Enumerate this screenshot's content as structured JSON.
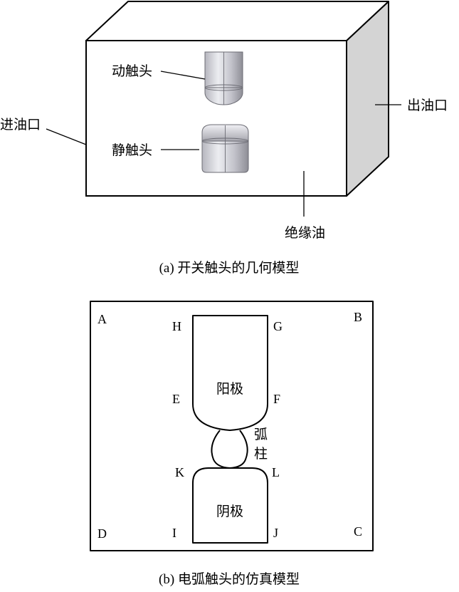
{
  "figure_a": {
    "labels": {
      "moving_contact": "动触头",
      "static_contact": "静触头",
      "oil_inlet": "进油口",
      "oil_outlet": "出油口",
      "insulating_oil": "绝缘油"
    },
    "caption": "(a) 开关触头的几何模型"
  },
  "figure_b": {
    "corners": {
      "a": "A",
      "b": "B",
      "c": "C",
      "d": "D"
    },
    "points": {
      "h": "H",
      "g": "G",
      "e": "E",
      "f": "F",
      "k": "K",
      "l": "L",
      "i": "I",
      "j": "J"
    },
    "anode": "阳极",
    "cathode": "阴极",
    "arc_column": [
      "弧",
      "柱"
    ],
    "caption": "(b) 电弧触头的仿真模型"
  },
  "colors": {
    "line": "#000000",
    "side_face": "#d4d4d4",
    "contact_light": "#e6e6eb",
    "contact_dark": "#8e8e96"
  }
}
